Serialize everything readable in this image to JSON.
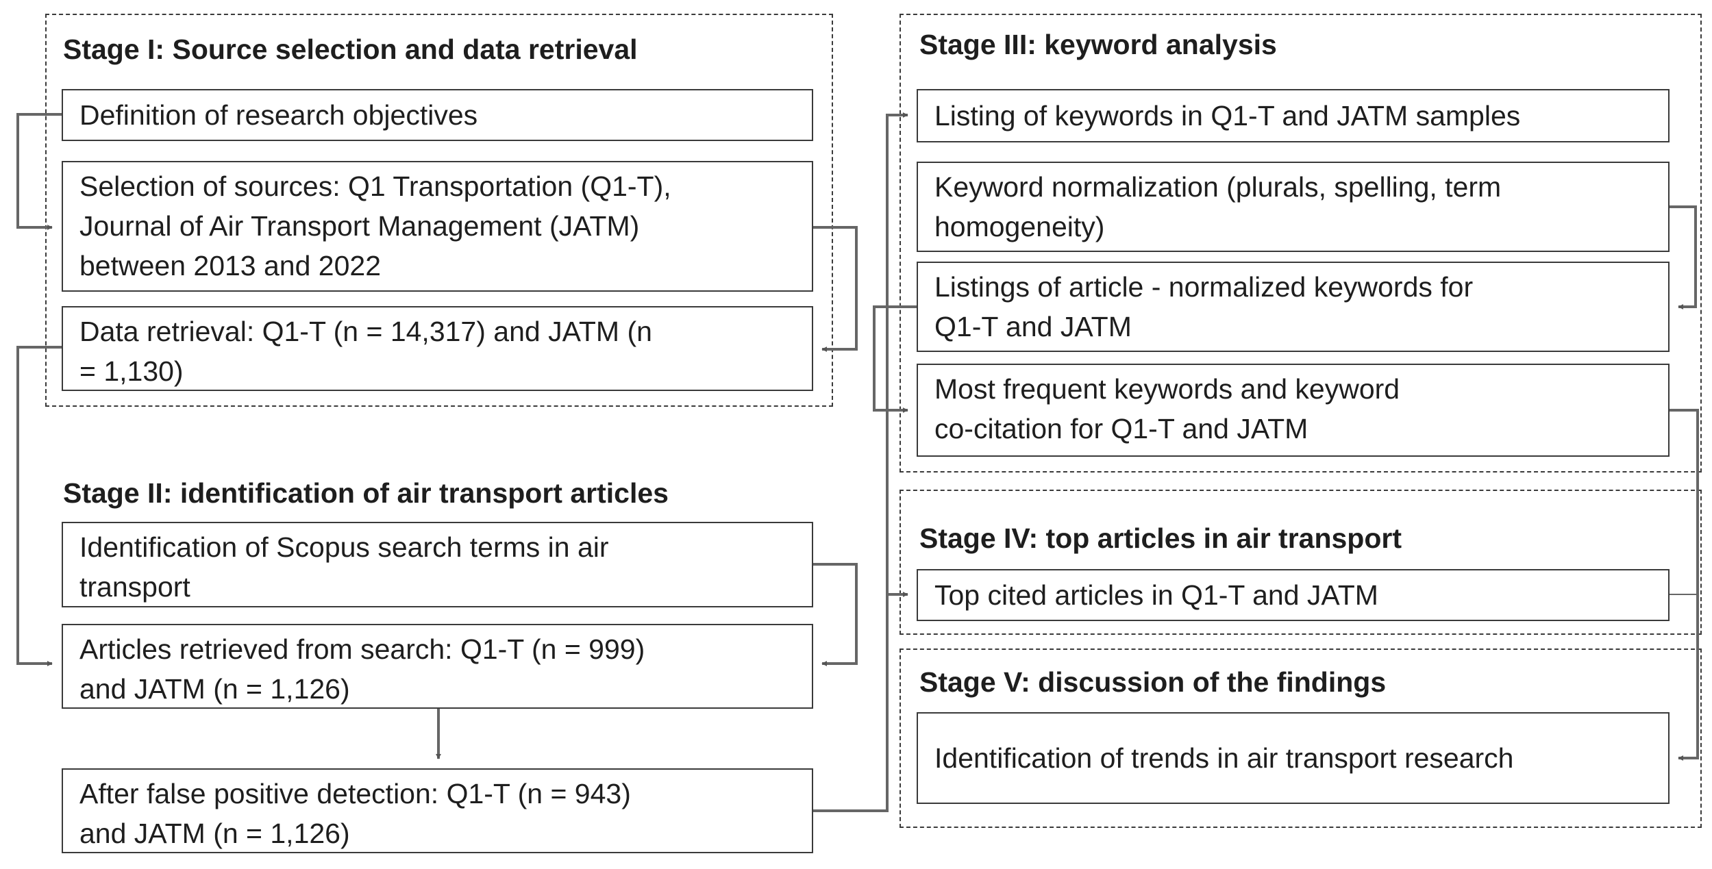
{
  "stages": {
    "stage1": {
      "title": "Stage I: Source selection and data retrieval"
    },
    "stage2": {
      "title": "Stage II: identification of air transport articles"
    },
    "stage3": {
      "title": "Stage III: keyword analysis"
    },
    "stage4": {
      "title": "Stage IV: top articles in air transport"
    },
    "stage5": {
      "title": "Stage V: discussion of the findings"
    }
  },
  "boxes": {
    "research_objectives": "Definition of research objectives",
    "source_selection": "Selection of sources: Q1 Transportation (Q1-T),\nJournal of Air Transport Management (JATM)\nbetween 2013 and 2022",
    "data_retrieval": "Data retrieval: Q1-T (n = 14,317) and JATM (n\n= 1,130)",
    "scopus_terms": "Identification of Scopus search terms in air\ntransport",
    "articles_retrieved": "Articles retrieved from search: Q1-T (n = 999)\nand JATM (n = 1,126)",
    "false_positive": "After false positive detection: Q1-T (n = 943)\nand JATM (n = 1,126)",
    "listing_keywords": "Listing of keywords in Q1-T and JATM samples",
    "keyword_normalization": "Keyword normalization (plurals, spelling, term\nhomogeneity)",
    "normalized_listings": "Listings of article - normalized keywords for\nQ1-T and JATM",
    "frequent_keywords": "Most frequent keywords and keyword\nco-citation for Q1-T and JATM",
    "top_cited": "Top cited articles in Q1-T and JATM",
    "trends": "Identification of trends in air transport research"
  }
}
